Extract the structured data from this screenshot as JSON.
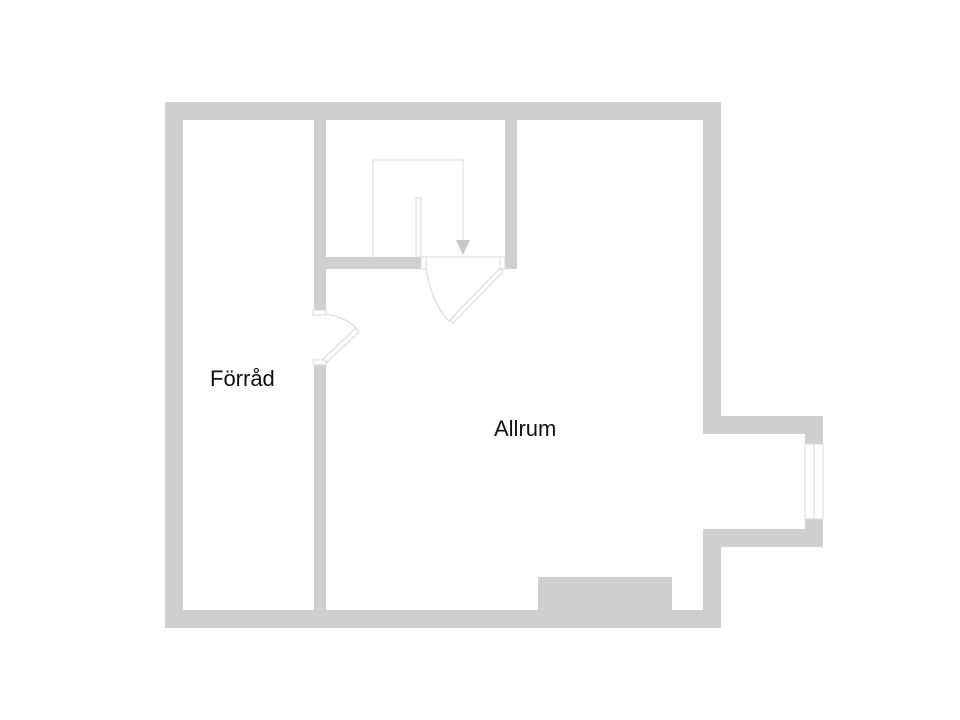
{
  "floorplan": {
    "rooms": [
      {
        "id": "forrad",
        "label": "Förråd"
      },
      {
        "id": "allrum",
        "label": "Allrum"
      }
    ],
    "colors": {
      "wall": "#cfcfcf",
      "line": "#d8d8d8",
      "background": "#ffffff",
      "text": "#111111"
    },
    "features": [
      "stairs-down-arrow",
      "door-forrad",
      "door-stairwell",
      "window-east",
      "fireplace-block"
    ]
  }
}
